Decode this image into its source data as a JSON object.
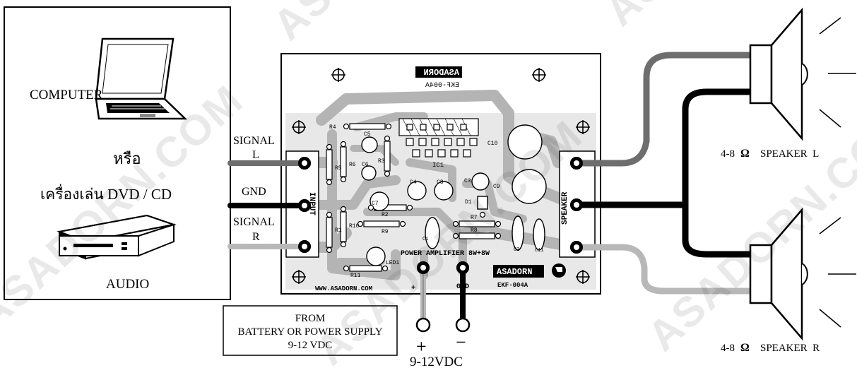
{
  "source_box": {
    "computer_label": "COMPUTER",
    "or_label": "หรือ",
    "dvd_label": "เครื่องเล่น DVD / CD",
    "audio_label": "AUDIO"
  },
  "inputs": {
    "signal_l": [
      "SIGNAL",
      "L"
    ],
    "gnd": "GND",
    "signal_r": [
      "SIGNAL",
      "R"
    ]
  },
  "board": {
    "logo": "ASADORN",
    "logo_mirrored": "ASADORN",
    "model_mirrored": "EKF-004A",
    "title": "POWER AMPLIFIER 8W+8W",
    "url": "WWW.ASADORN.COM",
    "model": "EKF-004A",
    "input_label": "INPUT",
    "speaker_label": "SPEAKER",
    "power_plus": "+",
    "power_gnd": "GND",
    "components": [
      "R4",
      "C5",
      "R6",
      "R5",
      "R3",
      "C6",
      "IC1",
      "C10",
      "C4",
      "C8",
      "C3",
      "C9",
      "C7",
      "R2",
      "D1",
      "R7",
      "R9",
      "R8",
      "R1",
      "R10",
      "LED1",
      "R11",
      "C1",
      "C2",
      "C11"
    ]
  },
  "power_box": {
    "lines": [
      "FROM",
      "BATTERY OR POWER SUPPLY",
      "9-12 VDC"
    ]
  },
  "power_terminals": {
    "plus": "+",
    "minus": "−",
    "voltage": "9-12VDC"
  },
  "speakers": {
    "left": {
      "value": "4-8",
      "unit": "Ω",
      "label": "SPEAKER  L"
    },
    "right": {
      "value": "4-8",
      "unit": "Ω",
      "label": "SPEAKER  R"
    }
  },
  "watermark": "ASADORN.COM",
  "colors": {
    "wire_dark": "#6e6e6e",
    "wire_black": "#000000",
    "wire_light": "#b8b8b8",
    "pcb_bg": "#e8e8e8",
    "pcb_trace": "#b4b4b4"
  }
}
